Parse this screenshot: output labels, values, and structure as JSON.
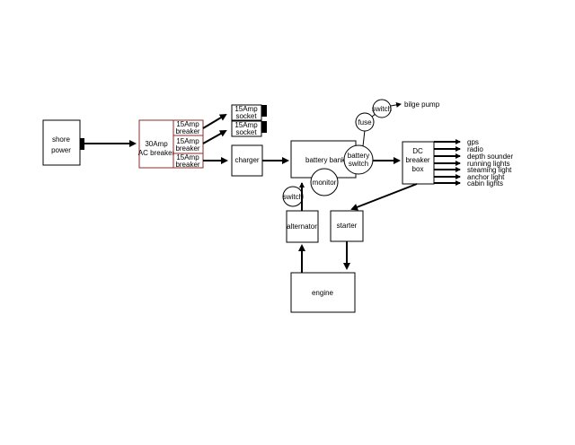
{
  "diagram": {
    "shore_power": [
      "shore",
      "power"
    ],
    "ac_breaker": [
      "30Amp",
      "AC breaker"
    ],
    "sub_breakers": [
      [
        "15Amp",
        "breaker"
      ],
      [
        "15Amp",
        "breaker"
      ],
      [
        "15Amp",
        "breaker"
      ]
    ],
    "sockets": [
      [
        "15Amp",
        "socket"
      ],
      [
        "15Amp",
        "socket"
      ]
    ],
    "charger": "charger",
    "battery_bank": "battery bank",
    "monitor": "monitor",
    "battery_switch": [
      "battery",
      "switch"
    ],
    "fuse": "fuse",
    "pump_switch": "switch",
    "bilge_pump": "bilge pump",
    "alt_switch": "switch",
    "alternator": "alternator",
    "starter": "starter",
    "engine": "engine",
    "dc_breaker_box": [
      "DC",
      "breaker",
      "box"
    ],
    "dc_loads": [
      "gps",
      "radio",
      "depth sounder",
      "running lights",
      "steaming light",
      "anchor light",
      "cabin lights"
    ]
  }
}
